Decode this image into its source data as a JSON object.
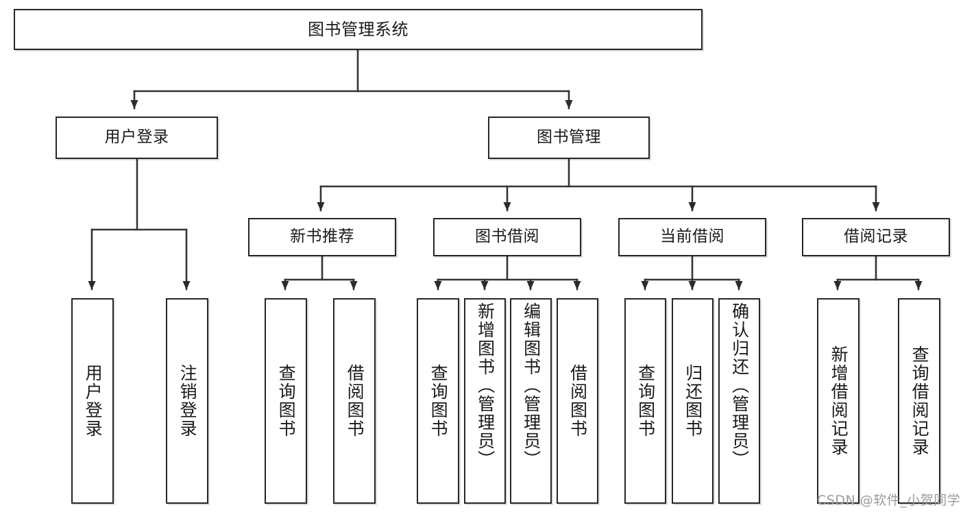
{
  "diagram": {
    "type": "tree-hierarchy",
    "title": "图书管理系统",
    "orientation": "top-down",
    "colors": {
      "box_border": "#262626",
      "box_fill": "#ffffff",
      "connector": "#333333",
      "text": "#1a1a1a",
      "watermark": "#9a9a9a",
      "background": "#ffffff"
    },
    "levels": 4
  },
  "nodes": {
    "root": {
      "label": "图书管理系统",
      "level": 1
    },
    "level2": [
      {
        "id": "user-login",
        "label": "用户登录",
        "level": 2
      },
      {
        "id": "book-management",
        "label": "图书管理",
        "level": 2
      }
    ],
    "level3": [
      {
        "id": "new-book-recommend",
        "label": "新书推荐",
        "level": 3,
        "parent": "book-management"
      },
      {
        "id": "book-borrow",
        "label": "图书借阅",
        "level": 3,
        "parent": "book-management"
      },
      {
        "id": "current-borrow",
        "label": "当前借阅",
        "level": 3,
        "parent": "book-management"
      },
      {
        "id": "borrow-record",
        "label": "借阅记录",
        "level": 3,
        "parent": "book-management"
      }
    ],
    "leaves": [
      {
        "id": "leaf-user-login",
        "label": "用户登录",
        "parent": "user-login"
      },
      {
        "id": "leaf-logout-login",
        "label": "注销登录",
        "parent": "user-login"
      },
      {
        "id": "leaf-query-book-1",
        "label": "查询图书",
        "parent": "new-book-recommend"
      },
      {
        "id": "leaf-borrow-book-1",
        "label": "借阅图书",
        "parent": "new-book-recommend"
      },
      {
        "id": "leaf-query-book-2",
        "label": "查询图书",
        "parent": "book-borrow"
      },
      {
        "id": "leaf-add-book",
        "label": "新增图书（管理员）",
        "parent": "book-borrow"
      },
      {
        "id": "leaf-edit-book",
        "label": "编辑图书（管理员）",
        "parent": "book-borrow"
      },
      {
        "id": "leaf-borrow-book-2",
        "label": "借阅图书",
        "parent": "book-borrow"
      },
      {
        "id": "leaf-query-book-3",
        "label": "查询图书",
        "parent": "current-borrow"
      },
      {
        "id": "leaf-return-book",
        "label": "归还图书",
        "parent": "current-borrow"
      },
      {
        "id": "leaf-confirm-return",
        "label": "确认归还（管理员）",
        "parent": "current-borrow"
      },
      {
        "id": "leaf-add-record",
        "label": "新增借阅记录",
        "parent": "borrow-record"
      },
      {
        "id": "leaf-query-record",
        "label": "查询借阅记录",
        "parent": "borrow-record"
      }
    ]
  },
  "watermark": {
    "text": "CSDN @软件_小贺同学"
  }
}
